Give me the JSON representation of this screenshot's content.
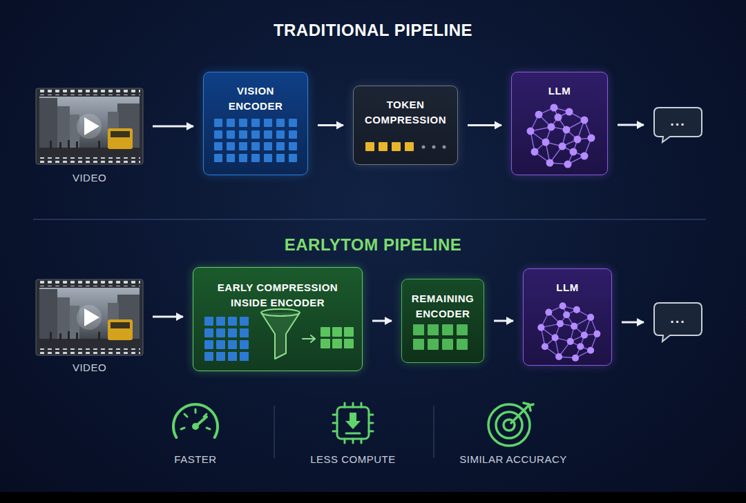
{
  "diagram": {
    "title": "TRADITIONAL PIPELINE",
    "nodes": [
      {
        "text": [
          "VIDEO"
        ]
      },
      {
        "text": [
          "VISION ENCODER"
        ]
      },
      {
        "text": [
          "TOKEN COMPRESSION"
        ]
      },
      {
        "text": [
          "LLM"
        ]
      },
      {
        "text": [
          "..."
        ]
      },
      {
        "text": [
          "VIDEO"
        ]
      },
      {
        "text": [
          "EARLY COMPRESSION INSIDE ENCODER"
        ]
      },
      {
        "text": [
          "REMAINING ENCODER"
        ]
      },
      {
        "text": [
          "LLM"
        ]
      },
      {
        "text": [
          "..."
        ]
      }
    ],
    "edges": [
      {
        "from": 0,
        "to": 1,
        "arrow": "to"
      },
      {
        "from": 1,
        "to": 2,
        "arrow": "to"
      },
      {
        "from": 2,
        "to": 3,
        "arrow": "to"
      },
      {
        "from": 3,
        "to": 4,
        "arrow": "to"
      },
      {
        "from": 5,
        "to": 6,
        "arrow": "to"
      },
      {
        "from": 6,
        "to": 7,
        "arrow": "to"
      },
      {
        "from": 7,
        "to": 8,
        "arrow": "to"
      },
      {
        "from": 8,
        "to": 9,
        "arrow": "to"
      }
    ],
    "labels": [
      "EARLYTOM PIPELINE",
      "FASTER",
      "LESS COMPUTE",
      "SIMILAR ACCURACY"
    ]
  }
}
